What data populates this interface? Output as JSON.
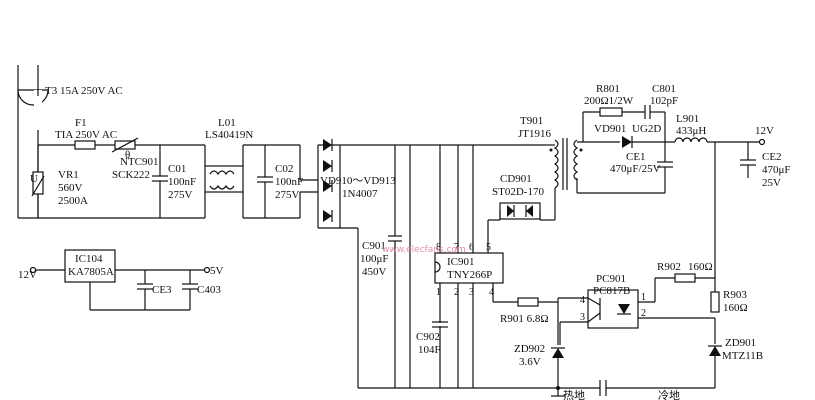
{
  "labels": {
    "t3": "T3 15A 250V AC",
    "f1": "F1",
    "f1_rating": "TIA 250V AC",
    "vr1": "VR1",
    "vr1_v": "560V",
    "vr1_a": "2500A",
    "ntc": "NTC901",
    "ntc_part": "SCK222",
    "theta": "θ",
    "c01": "C01",
    "c01_val": "100nF",
    "c01_v": "275V",
    "l01": "L01",
    "l01_part": "LS40419N",
    "c02": "C02",
    "c02_val": "100nF",
    "c02_v": "275V",
    "vd_range": "VD910～VD913",
    "vd_part": "1N4007",
    "c901": "C901",
    "c901_val": "100μF",
    "c901_v": "450V",
    "ic901": "IC901",
    "ic901_part": "TNY266P",
    "pin8": "8",
    "pin7": "7",
    "pin6": "6",
    "pin5": "5",
    "pin1": "1",
    "pin2": "2",
    "pin3": "3",
    "pin4": "4",
    "t901": "T901",
    "t901_part": "JT1916",
    "cd901": "CD901",
    "cd901_part": "ST02D-170",
    "r801": "R801",
    "r801_val": "200Ω1/2W",
    "c801": "C801",
    "c801_val": "102pF",
    "vd901": "VD901",
    "vd901_part": "UG2D",
    "l901": "L901",
    "l901_val": "433μH",
    "ce1": "CE1",
    "ce1_val": "470μF/25V",
    "out_12v": "12V",
    "ce2": "CE2",
    "ce2_val": "470μF",
    "ce2_v": "25V",
    "ic104": "IC104",
    "ic104_part": "KA7805A",
    "reg_in": "12V",
    "reg_out": "5V",
    "ce3": "CE3",
    "c403": "C403",
    "c902": "C902",
    "c902_val": "104F",
    "r901": "R901 6.8Ω",
    "zd902": "ZD902",
    "zd902_val": "3.6V",
    "pc901": "PC901",
    "pc901_part": "PC817B",
    "pc_pin4": "4",
    "pc_pin3": "3",
    "pc_pin1": "1",
    "pc_pin2": "2",
    "r902": "R902",
    "r902_val": "160Ω",
    "r903": "R903",
    "r903_val": "160Ω",
    "zd901": "ZD901",
    "zd901_part": "MTZ11B",
    "hot_ground": "热地",
    "cold_ground": "冷地",
    "watermark": "www.elecfans.com"
  }
}
